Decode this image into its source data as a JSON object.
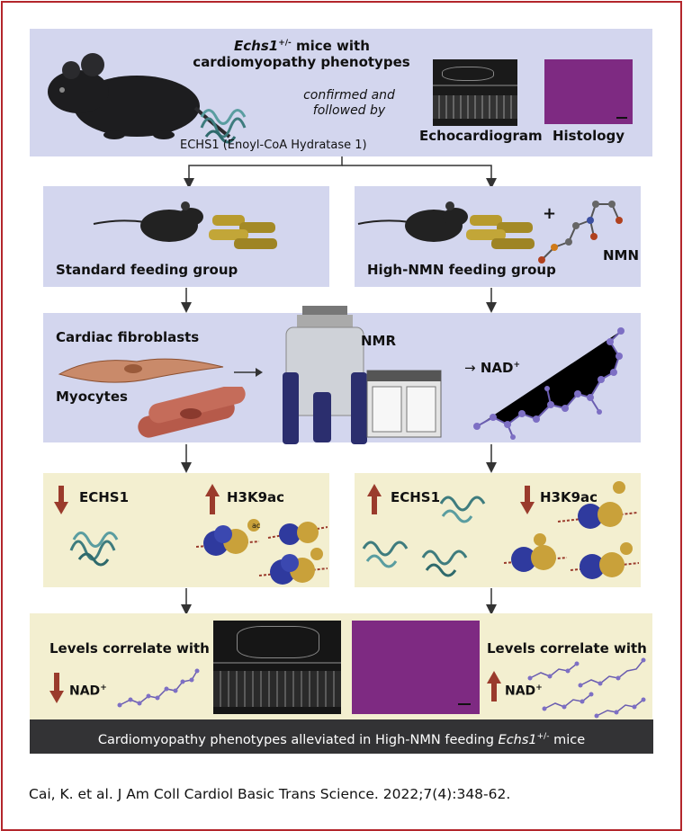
{
  "top": {
    "title_gene": "Echs1",
    "title_sup": "+/-",
    "title_rest": " mice with",
    "title_line2": "cardiomyopathy phenotypes",
    "confirmed_line1": "confirmed and",
    "confirmed_line2": "followed by",
    "protein_label": "ECHS1 (Enoyl-CoA Hydratase 1)",
    "echo_label": "Echocardiogram",
    "histology_label": "Histology"
  },
  "groups": {
    "standard_label": "Standard feeding group",
    "high_label": "High-NMN feeding group",
    "plus_sign": "+",
    "nmn_label": "NMN"
  },
  "cells": {
    "fibroblasts_label": "Cardiac fibroblasts",
    "myocytes_label": "Myocytes",
    "nmr_label": "NMR",
    "nad_label": "NAD",
    "nad_sup": "+"
  },
  "markers": {
    "left_echs1": "ECHS1",
    "left_h3k9ac": "H3K9ac",
    "right_echs1": "ECHS1",
    "right_h3k9ac": "H3K9ac",
    "ac_tag": "ac"
  },
  "outcome": {
    "left_correlate": "Levels correlate with",
    "left_nad": "NAD",
    "left_nad_sup": "+",
    "right_correlate": "Levels correlate with",
    "right_nad": "NAD",
    "right_nad_sup": "+"
  },
  "footer": {
    "text_before": "Cardiomyopathy phenotypes alleviated in High-NMN feeding ",
    "gene": "Echs1",
    "gene_sup": "+/-",
    "text_after": " mice"
  },
  "citation": "Cai, K. et al. J Am Coll Cardiol Basic Trans Science. 2022;7(4):348-62.",
  "colors": {
    "frame": "#b3262c",
    "lavender": "#d3d6ee",
    "cream": "#f3efd0",
    "down_arrow": "#9a3b2c",
    "up_arrow": "#9a3b2c",
    "histology": "#7e2a82",
    "footer_bar": "#333335"
  },
  "icons": [
    "mouse-icon",
    "protein-icon",
    "echo-image-icon",
    "histology-image-icon",
    "chow-icon",
    "nmn-molecule-icon",
    "fibroblast-icon",
    "myocyte-icon",
    "nmr-machine-icon",
    "nad-molecule-icon",
    "nucleosome-icon",
    "down-arrow-icon",
    "up-arrow-icon"
  ]
}
